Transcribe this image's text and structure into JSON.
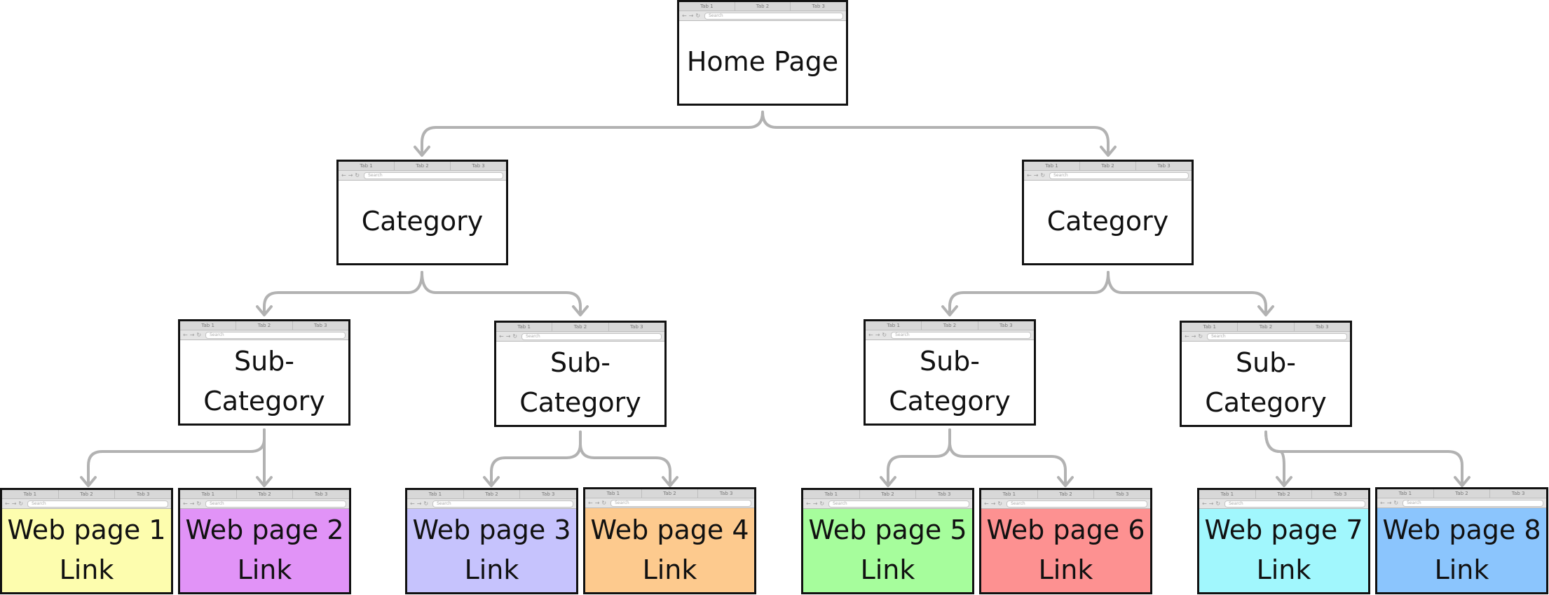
{
  "chrome": {
    "tab_1": "Tab 1",
    "tab_2": "Tab 2",
    "tab_3": "Tab 3",
    "search_placeholder": "Search"
  },
  "nodes": {
    "home": {
      "label": "Home Page"
    },
    "category_left": {
      "label": "Category"
    },
    "category_right": {
      "label": "Category"
    },
    "sub_1": {
      "line1": "Sub-",
      "line2": "Category"
    },
    "sub_2": {
      "line1": "Sub-",
      "line2": "Category"
    },
    "sub_3": {
      "line1": "Sub-",
      "line2": "Category"
    },
    "sub_4": {
      "line1": "Sub-",
      "line2": "Category"
    },
    "page_1": {
      "line1": "Web page 1",
      "line2": "Link",
      "color": "#fdfdae"
    },
    "page_2": {
      "line1": "Web page 2",
      "line2": "Link",
      "color": "#e193f7"
    },
    "page_3": {
      "line1": "Web page 3",
      "line2": "Link",
      "color": "#c6c3fd"
    },
    "page_4": {
      "line1": "Web page 4",
      "line2": "Link",
      "color": "#fdca8e"
    },
    "page_5": {
      "line1": "Web page 5",
      "line2": "Link",
      "color": "#a6fd9c"
    },
    "page_6": {
      "line1": "Web page 6",
      "line2": "Link",
      "color": "#fd9191"
    },
    "page_7": {
      "line1": "Web page 7",
      "line2": "Link",
      "color": "#a1f7fd"
    },
    "page_8": {
      "line1": "Web page 8",
      "line2": "Link",
      "color": "#8bc5fd"
    }
  },
  "colors": {
    "connector": "#b2b2b2",
    "border": "#111111",
    "chrome": "#e4e4e4"
  },
  "icons": [
    "back-arrow-icon",
    "forward-arrow-icon",
    "reload-icon"
  ]
}
